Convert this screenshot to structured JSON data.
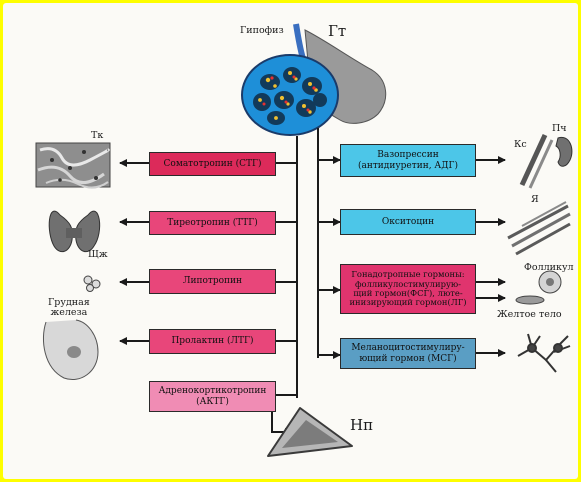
{
  "labels": {
    "hypophysis": "Гипофиз",
    "gt": "Гт",
    "np": "Нп",
    "tk": "Тк",
    "shzh": "Щж",
    "breast": "Грудная\nжелеза",
    "ks": "Кс",
    "pch": "Пч",
    "ya": "Я",
    "follicle": "Фолликул",
    "corpus_luteum": "Желтое тело"
  },
  "left_hormones": [
    {
      "label": "Соматотропин (СТГ)",
      "color": "#dc2a5a"
    },
    {
      "label": "Тиреотропин (ТТГ)",
      "color": "#e8467a"
    },
    {
      "label": "Липотропин",
      "color": "#e8467a"
    },
    {
      "label": "Пролактин (ЛТГ)",
      "color": "#e8467a"
    },
    {
      "label": "Адренокортикотропин\n(АКТГ)",
      "color": "#f08cb4"
    }
  ],
  "right_hormones": [
    {
      "label": "Вазопрессин\n(антидиуретин, АДГ)",
      "color": "#4cc6e8"
    },
    {
      "label": "Окситоцин",
      "color": "#4cc6e8"
    },
    {
      "label": "Гонадотропные гормоны:\nфолликулостимулирую-\nщий гормон(ФСГ), люте-\nинизирующий гормон(ЛГ)",
      "color": "#e0346e"
    },
    {
      "label": "Меланоцитостимулиру-\nющий гормон (МСГ)",
      "color": "#5a9ec4"
    }
  ]
}
